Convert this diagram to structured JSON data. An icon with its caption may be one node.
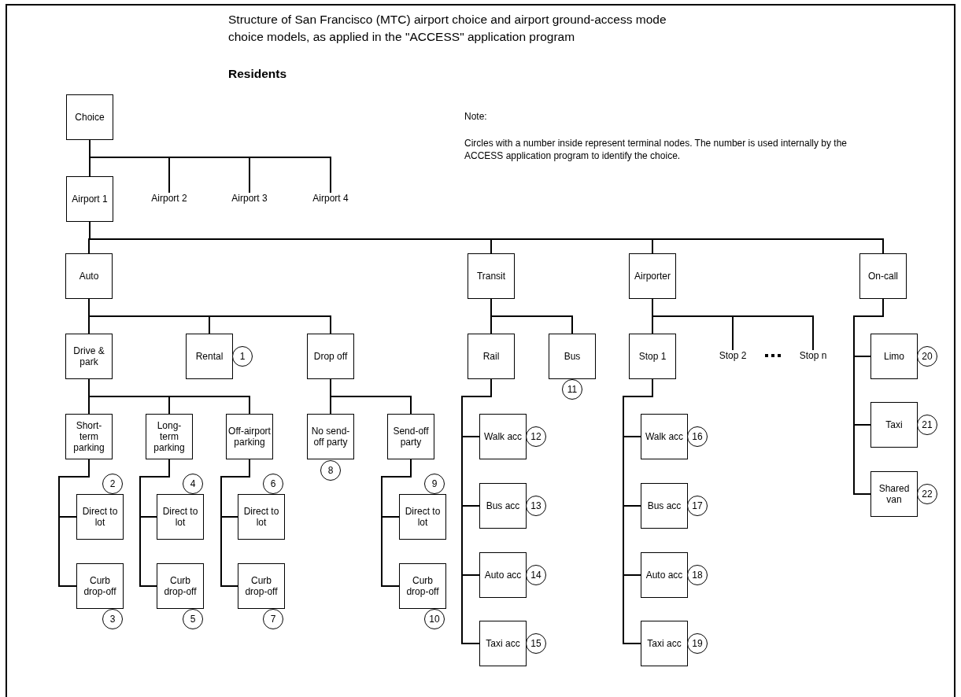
{
  "diagram": {
    "title": "Structure of San Francisco (MTC) airport choice and airport ground-access mode choice models, as applied in the \"ACCESS\" application program",
    "nodes": [
      {
        "text": [
          "Choice"
        ]
      },
      {
        "text": [
          "Airport 1"
        ]
      },
      {
        "text": [
          "Airport 2"
        ]
      },
      {
        "text": [
          "Airport 3"
        ]
      },
      {
        "text": [
          "Airport 4"
        ]
      },
      {
        "text": [
          "Auto"
        ]
      },
      {
        "text": [
          "Transit"
        ]
      },
      {
        "text": [
          "Airporter"
        ]
      },
      {
        "text": [
          "On-call"
        ]
      },
      {
        "text": [
          "Drive & park"
        ]
      },
      {
        "text": [
          "Rental"
        ]
      },
      {
        "text": [
          "1"
        ]
      },
      {
        "text": [
          "Drop off"
        ]
      },
      {
        "text": [
          "Rail"
        ]
      },
      {
        "text": [
          "Bus"
        ]
      },
      {
        "text": [
          "11"
        ]
      },
      {
        "text": [
          "Stop 1"
        ]
      },
      {
        "text": [
          "Stop 2"
        ]
      },
      {
        "text": [
          "Stop n"
        ]
      },
      {
        "text": [
          "Limo"
        ]
      },
      {
        "text": [
          "20"
        ]
      },
      {
        "text": [
          "Taxi"
        ]
      },
      {
        "text": [
          "21"
        ]
      },
      {
        "text": [
          "Shared van"
        ]
      },
      {
        "text": [
          "22"
        ]
      },
      {
        "text": [
          "Short-term parking"
        ]
      },
      {
        "text": [
          "Long-term parking"
        ]
      },
      {
        "text": [
          "Off-airport parking"
        ]
      },
      {
        "text": [
          "No send-off party"
        ]
      },
      {
        "text": [
          "8"
        ]
      },
      {
        "text": [
          "Send-off party"
        ]
      },
      {
        "text": [
          "Walk acc"
        ]
      },
      {
        "text": [
          "12"
        ]
      },
      {
        "text": [
          "Bus acc"
        ]
      },
      {
        "text": [
          "13"
        ]
      },
      {
        "text": [
          "Auto acc"
        ]
      },
      {
        "text": [
          "14"
        ]
      },
      {
        "text": [
          "Taxi acc"
        ]
      },
      {
        "text": [
          "15"
        ]
      },
      {
        "text": [
          "Walk acc"
        ]
      },
      {
        "text": [
          "16"
        ]
      },
      {
        "text": [
          "Bus acc"
        ]
      },
      {
        "text": [
          "17"
        ]
      },
      {
        "text": [
          "Auto acc"
        ]
      },
      {
        "text": [
          "18"
        ]
      },
      {
        "text": [
          "Taxi acc"
        ]
      },
      {
        "text": [
          "19"
        ]
      },
      {
        "text": [
          "2"
        ]
      },
      {
        "text": [
          "Direct to lot"
        ]
      },
      {
        "text": [
          "Curb drop-off"
        ]
      },
      {
        "text": [
          "3"
        ]
      },
      {
        "text": [
          "4"
        ]
      },
      {
        "text": [
          "Direct to lot"
        ]
      },
      {
        "text": [
          "Curb drop-off"
        ]
      },
      {
        "text": [
          "5"
        ]
      },
      {
        "text": [
          "6"
        ]
      },
      {
        "text": [
          "Direct to lot"
        ]
      },
      {
        "text": [
          "Curb drop-off"
        ]
      },
      {
        "text": [
          "7"
        ]
      },
      {
        "text": [
          "9"
        ]
      },
      {
        "text": [
          "Direct to lot"
        ]
      },
      {
        "text": [
          "Curb drop-off"
        ]
      },
      {
        "text": [
          "10"
        ]
      }
    ],
    "edges": [
      {
        "from": 0,
        "to": 1,
        "arrow": "none"
      },
      {
        "from": 0,
        "to": 2,
        "arrow": "none"
      },
      {
        "from": 0,
        "to": 3,
        "arrow": "none"
      },
      {
        "from": 0,
        "to": 4,
        "arrow": "none"
      },
      {
        "from": 1,
        "to": 5,
        "arrow": "none"
      },
      {
        "from": 1,
        "to": 6,
        "arrow": "none"
      },
      {
        "from": 1,
        "to": 7,
        "arrow": "none"
      },
      {
        "from": 1,
        "to": 8,
        "arrow": "none"
      },
      {
        "from": 5,
        "to": 9,
        "arrow": "none"
      },
      {
        "from": 5,
        "to": 10,
        "arrow": "none"
      },
      {
        "from": 5,
        "to": 12,
        "arrow": "none"
      },
      {
        "from": 6,
        "to": 13,
        "arrow": "none"
      },
      {
        "from": 6,
        "to": 14,
        "arrow": "none"
      },
      {
        "from": 7,
        "to": 16,
        "arrow": "none"
      },
      {
        "from": 7,
        "to": 17,
        "arrow": "none"
      },
      {
        "from": 7,
        "to": 18,
        "arrow": "none"
      },
      {
        "from": 8,
        "to": 19,
        "arrow": "none"
      },
      {
        "from": 8,
        "to": 21,
        "arrow": "none"
      },
      {
        "from": 8,
        "to": 23,
        "arrow": "none"
      },
      {
        "from": 9,
        "to": 25,
        "arrow": "none"
      },
      {
        "from": 9,
        "to": 26,
        "arrow": "none"
      },
      {
        "from": 9,
        "to": 27,
        "arrow": "none"
      },
      {
        "from": 12,
        "to": 28,
        "arrow": "none"
      },
      {
        "from": 12,
        "to": 30,
        "arrow": "none"
      },
      {
        "from": 13,
        "to": 31,
        "arrow": "none"
      },
      {
        "from": 13,
        "to": 33,
        "arrow": "none"
      },
      {
        "from": 13,
        "to": 35,
        "arrow": "none"
      },
      {
        "from": 13,
        "to": 37,
        "arrow": "none"
      },
      {
        "from": 16,
        "to": 39,
        "arrow": "none"
      },
      {
        "from": 16,
        "to": 41,
        "arrow": "none"
      },
      {
        "from": 16,
        "to": 43,
        "arrow": "none"
      },
      {
        "from": 16,
        "to": 45,
        "arrow": "none"
      },
      {
        "from": 25,
        "to": 48,
        "arrow": "none"
      },
      {
        "from": 25,
        "to": 49,
        "arrow": "none"
      },
      {
        "from": 26,
        "to": 52,
        "arrow": "none"
      },
      {
        "from": 26,
        "to": 53,
        "arrow": "none"
      },
      {
        "from": 27,
        "to": 56,
        "arrow": "none"
      },
      {
        "from": 27,
        "to": 57,
        "arrow": "none"
      },
      {
        "from": 30,
        "to": 60,
        "arrow": "none"
      },
      {
        "from": 30,
        "to": 61,
        "arrow": "none"
      }
    ],
    "labels": [
      "Residents",
      "Note:",
      "Circles with a number inside represent terminal nodes.  The number is used internally by the ACCESS application program to identify the choice."
    ]
  }
}
